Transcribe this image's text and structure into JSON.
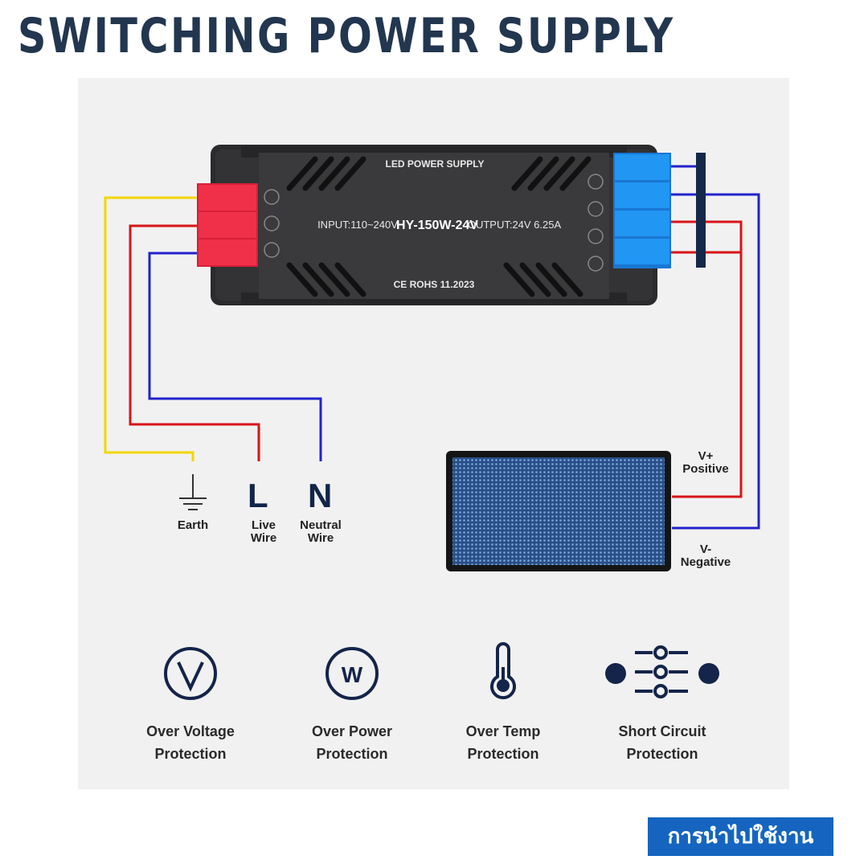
{
  "title": "SWITCHING POWER SUPPLY",
  "device": {
    "brand_text": "LED POWER SUPPLY",
    "input_text": "INPUT:110~240V",
    "model_text": "HY-150W-24V",
    "output_text": "OUTPUT:24V 6.25A",
    "cert_text": "CE ROHS 11.2023"
  },
  "input_terminals": [
    {
      "letter": "L",
      "label_line1": "Live",
      "label_line2": "Wire"
    },
    {
      "letter": "N",
      "label_line1": "Neutral",
      "label_line2": "Wire"
    }
  ],
  "earth_label": "Earth",
  "output": {
    "positive_symbol": "V+",
    "positive_label": "Positive",
    "negative_symbol": "V-",
    "negative_label": "Negative"
  },
  "features": [
    {
      "icon": "over-voltage-icon",
      "line1": "Over Voltage",
      "line2": "Protection"
    },
    {
      "icon": "over-power-icon",
      "line1": "Over Power",
      "line2": "Protection"
    },
    {
      "icon": "thermometer-icon",
      "line1": "Over Temp",
      "line2": "Protection"
    },
    {
      "icon": "short-circuit-icon",
      "line1": "Short Circuit",
      "line2": "Protection"
    }
  ],
  "cta_label": "การนำไปใช้งาน",
  "colors": {
    "title": "#22364f",
    "earth_wire": "#f2d600",
    "live_wire": "#d81418",
    "neutral_wire": "#2222cc",
    "input_block": "#e8233f",
    "output_block": "#1e88e5",
    "cta_bg": "#1565c0"
  }
}
